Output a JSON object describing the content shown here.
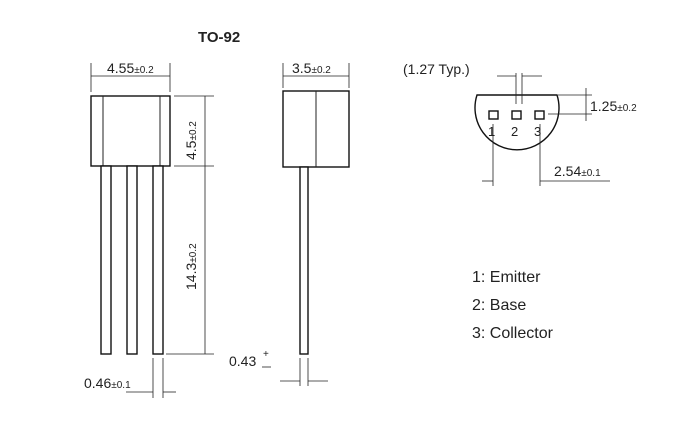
{
  "title": "TO-92",
  "dimensions": {
    "front_width": {
      "value": "4.55",
      "tol": "±0.2"
    },
    "front_height": {
      "value": "4.5",
      "tol": "±0.2"
    },
    "lead_length": {
      "value": "14.3",
      "tol": "±0.2"
    },
    "lead_width": {
      "value": "0.46",
      "tol": "±0.1"
    },
    "side_width": {
      "value": "3.5",
      "tol": "±0.2"
    },
    "side_lead": {
      "value": "0.43",
      "tol": "+"
    },
    "pitch_typ": "(1.27 Typ.)",
    "bottom_offset": {
      "value": "1.25",
      "tol": "±0.2"
    },
    "bottom_span": {
      "value": "2.54",
      "tol": "±0.1"
    }
  },
  "pins": {
    "p1": "1",
    "p2": "2",
    "p3": "3"
  },
  "legend": [
    "1: Emitter",
    "2: Base",
    "3: Collector"
  ]
}
